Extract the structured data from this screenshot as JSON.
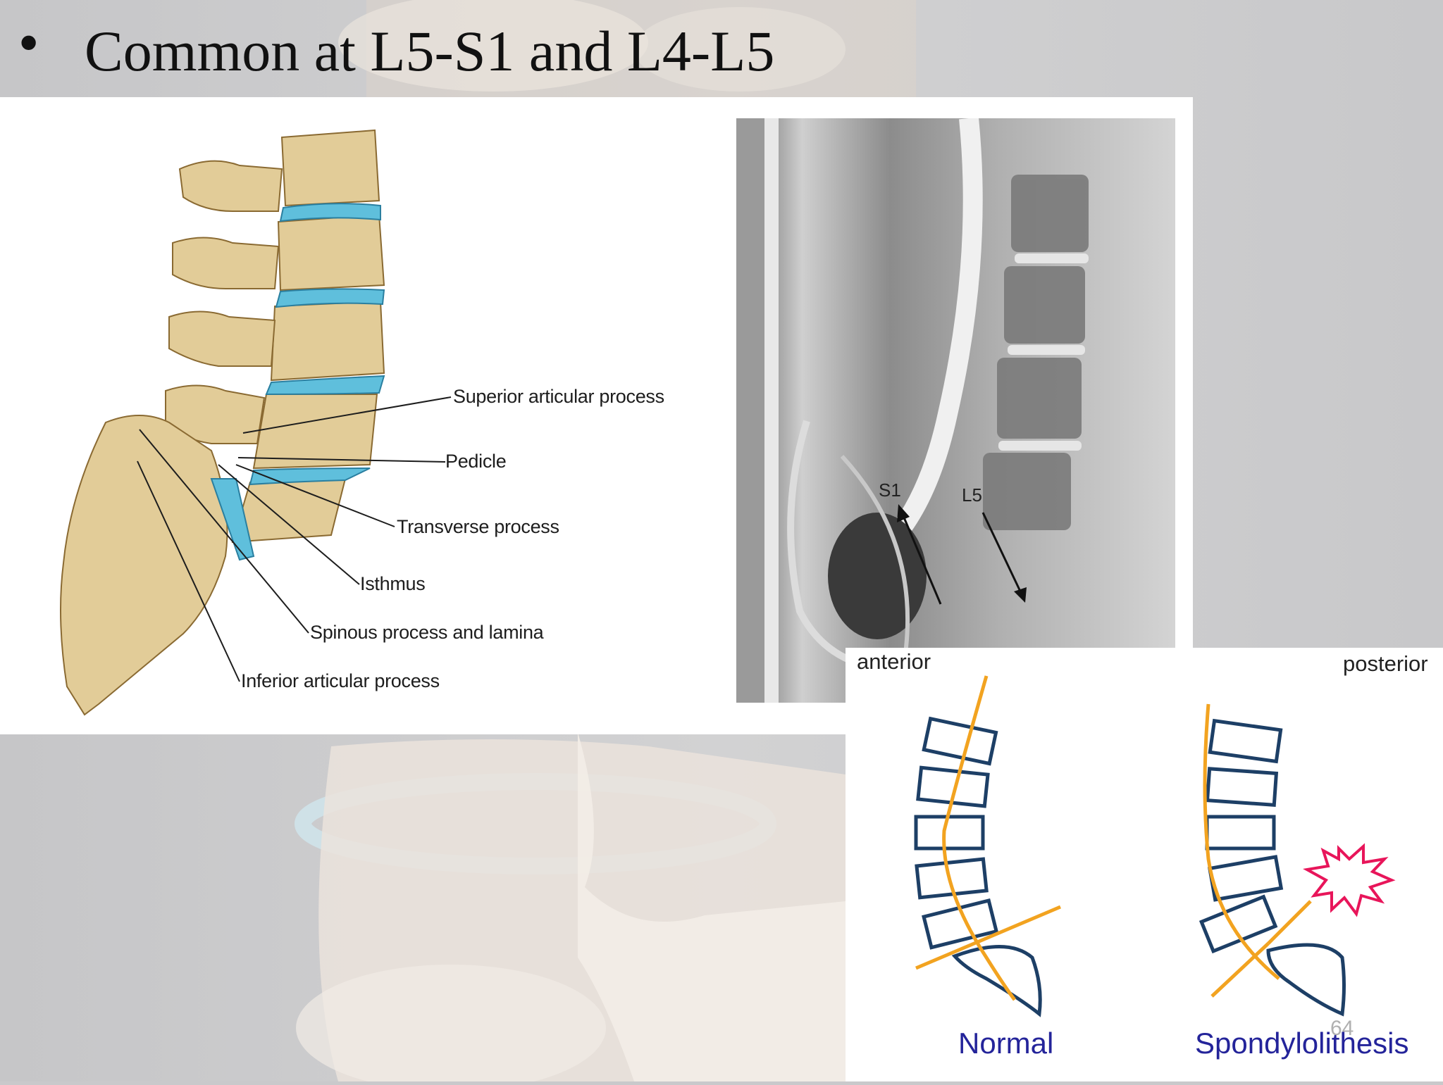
{
  "slide": {
    "bullet": "•",
    "title": "Common at L5-S1 and L4-L5",
    "page_number": "64"
  },
  "anatomy": {
    "labels": [
      "Superior articular process",
      "Pedicle",
      "Transverse process",
      "Isthmus",
      "Spinous process and lamina",
      "Inferior articular process"
    ]
  },
  "mri": {
    "s1_label": "S1",
    "l5_label": "L5"
  },
  "diagram": {
    "anterior": "anterior",
    "posterior": "posterior",
    "normal_caption": "Normal",
    "spondy_caption": "Spondylolithesis"
  },
  "colors": {
    "bone": "#e2cc98",
    "disc": "#5fbfdc",
    "vertebra_outline": "#1d3f66",
    "alignment_line": "#f2a320",
    "burst": "#e8155a",
    "caption": "#24249a"
  }
}
